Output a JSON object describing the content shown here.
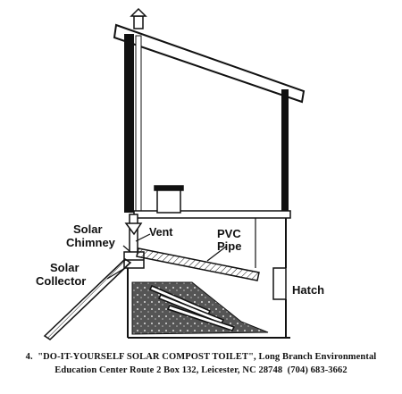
{
  "labels": {
    "vent": "Vent",
    "pvc_line1": "PVC",
    "pvc_line2": "Pipe",
    "solar_chimney_line1": "Solar",
    "solar_chimney_line2": "Chimney",
    "solar_collector_line1": "Solar",
    "solar_collector_line2": "Collector",
    "hatch": "Hatch"
  },
  "caption": {
    "line1": "4.  \"DO-IT-YOURSELF SOLAR COMPOST TOILET\", Long Branch Environmental",
    "line2": "Education Center Route 2 Box 132, Leicester, NC 28748  (704) 683-3662"
  },
  "colors": {
    "ink": "#111111",
    "compost_fill": "#4a4a4a",
    "background": "#ffffff"
  }
}
